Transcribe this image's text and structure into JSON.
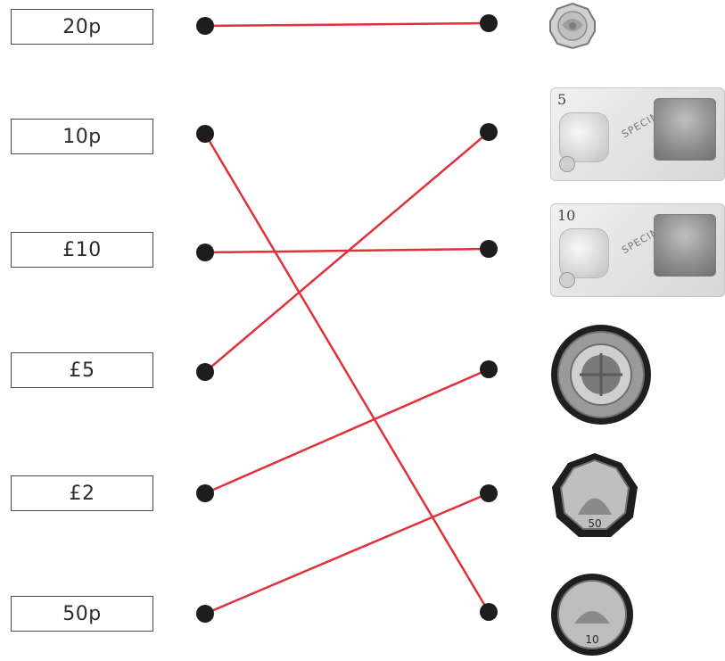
{
  "left_labels": [
    "20p",
    "10p",
    "£10",
    "£5",
    "£2",
    "50p"
  ],
  "right_items": [
    {
      "type": "coin",
      "name": "20p coin"
    },
    {
      "type": "note",
      "denomination": "5",
      "name": "£5 note"
    },
    {
      "type": "note",
      "denomination": "10",
      "name": "£10 note"
    },
    {
      "type": "coin",
      "name": "£2 coin"
    },
    {
      "type": "coin",
      "name": "50p coin",
      "text": "50"
    },
    {
      "type": "coin",
      "name": "10p coin",
      "text": "10"
    }
  ],
  "connections": [
    {
      "from": 0,
      "to": 0
    },
    {
      "from": 1,
      "to": 5
    },
    {
      "from": 2,
      "to": 2
    },
    {
      "from": 3,
      "to": 1
    },
    {
      "from": 4,
      "to": 3
    },
    {
      "from": 5,
      "to": 4
    }
  ],
  "note_watermark": "SPECIMEN",
  "colors": {
    "line": "#e0313b",
    "dot": "#1d1d1d",
    "box_border": "#4a4a4a",
    "text": "#2c2c2c"
  }
}
